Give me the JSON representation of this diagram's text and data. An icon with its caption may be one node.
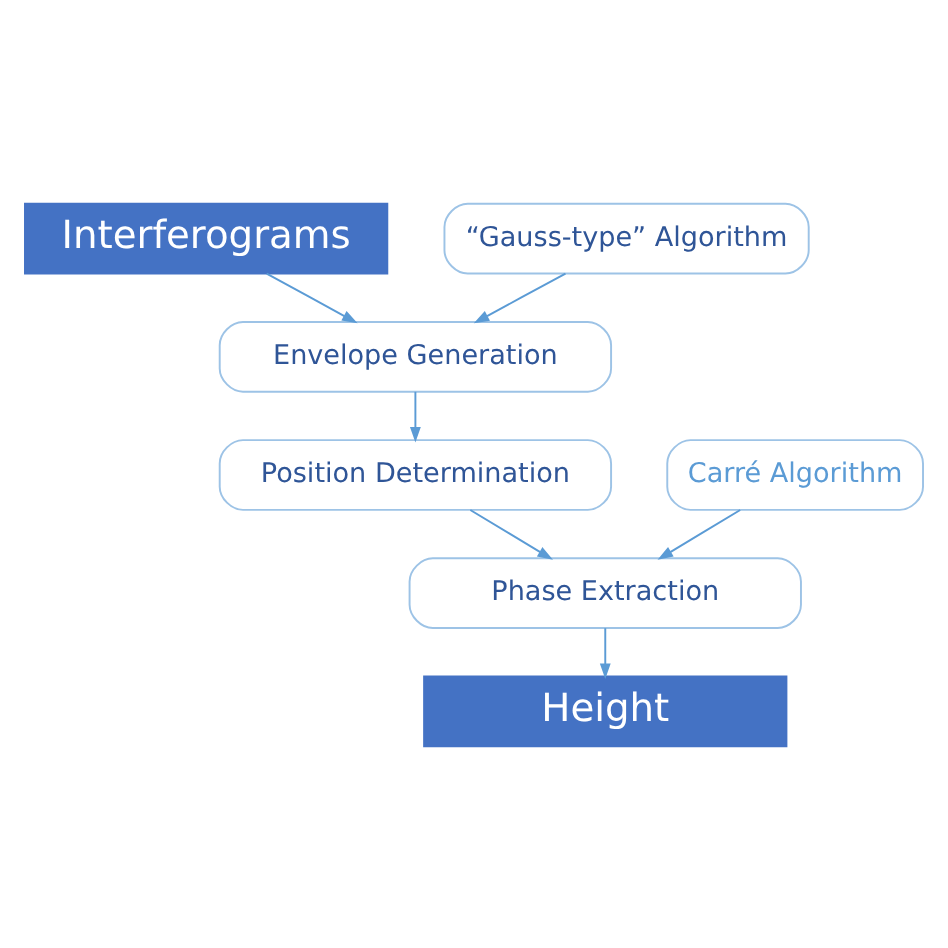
{
  "diagram": {
    "nodes": [
      {
        "text": [
          "Interferograms"
        ]
      },
      {
        "text": [
          "“Gauss-type” Algorithm"
        ]
      },
      {
        "text": [
          "Envelope Generation"
        ]
      },
      {
        "text": [
          "Position Determination"
        ]
      },
      {
        "text": [
          "Carré Algorithm"
        ]
      },
      {
        "text": [
          "Phase Extraction"
        ]
      },
      {
        "text": [
          "Height"
        ]
      }
    ],
    "edges": [
      {
        "from": 0,
        "to": 2,
        "arrow": "to"
      },
      {
        "from": 1,
        "to": 2,
        "arrow": "to"
      },
      {
        "from": 2,
        "to": 3,
        "arrow": "to"
      },
      {
        "from": 3,
        "to": 5,
        "arrow": "to"
      },
      {
        "from": 4,
        "to": 5,
        "arrow": "to"
      },
      {
        "from": 5,
        "to": 6,
        "arrow": "to"
      }
    ]
  }
}
